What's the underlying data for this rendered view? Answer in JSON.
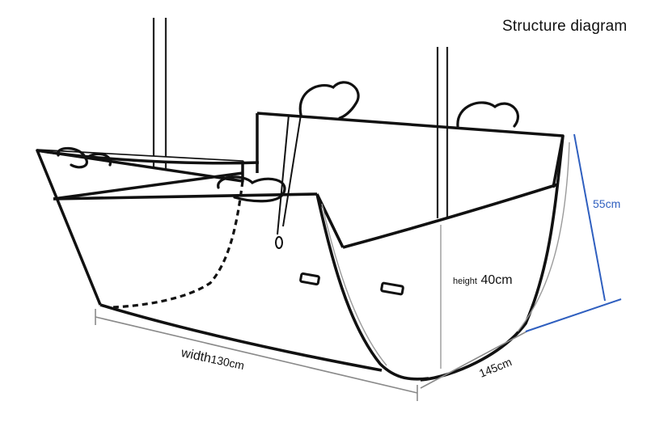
{
  "title": "Structure diagram",
  "dimensions": {
    "width": {
      "word": "width",
      "value": "130cm"
    },
    "depth": {
      "value": "145cm"
    },
    "height": {
      "word": "height",
      "value": "40cm"
    },
    "back_height": {
      "value": "55cm"
    }
  },
  "colors": {
    "outline": "#111111",
    "dimension_line": "#8a8a8a",
    "accent_line": "#2f5fbf"
  }
}
